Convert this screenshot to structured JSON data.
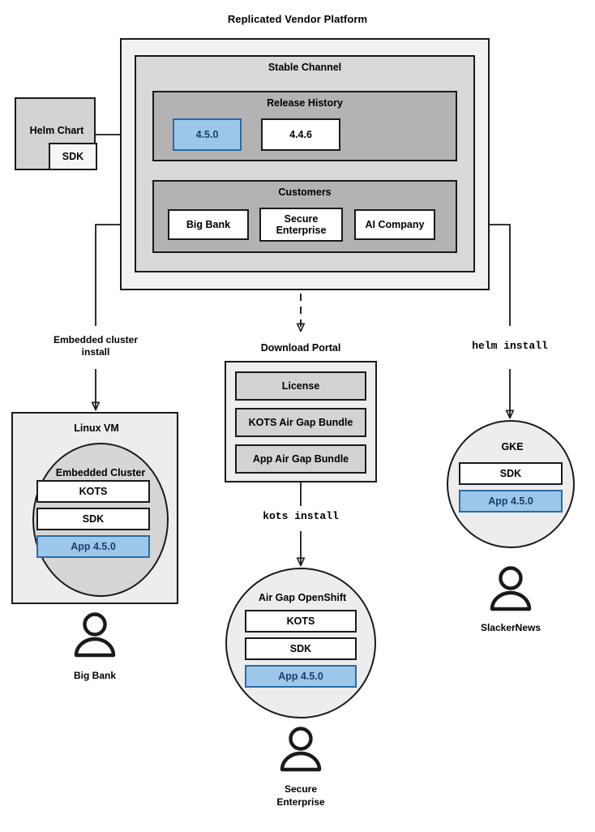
{
  "diagram": {
    "title": "Replicated Vendor Platform",
    "platform": {
      "stable_channel_label": "Stable Channel",
      "release_history": {
        "label": "Release History",
        "releases": [
          {
            "version": "4.5.0",
            "highlighted": true
          },
          {
            "version": "4.4.6",
            "highlighted": false
          }
        ]
      },
      "customers": {
        "label": "Customers",
        "items": [
          {
            "name": "Big Bank"
          },
          {
            "name": "Secure\nEnterprise",
            "line1": "Secure",
            "line2": "Enterprise"
          },
          {
            "name": "AI Company"
          }
        ]
      }
    },
    "helm_chart": {
      "label": "Helm Chart",
      "sdk_label": "SDK"
    },
    "connectors": {
      "embedded_install": {
        "line1": "Embedded cluster",
        "line2": "install"
      },
      "helm_install": "helm install",
      "kots_install": "kots install"
    },
    "download_portal": {
      "label": "Download Portal",
      "artifacts": [
        "License",
        "KOTS Air Gap Bundle",
        "App Air Gap Bundle"
      ]
    },
    "targets": [
      {
        "id": "linux-vm",
        "label": "Linux VM",
        "inner_label": "Embedded Cluster",
        "components": [
          {
            "label": "KOTS",
            "highlighted": false
          },
          {
            "label": "SDK",
            "highlighted": false
          },
          {
            "label": "App 4.5.0",
            "highlighted": true
          }
        ],
        "customer": "Big Bank"
      },
      {
        "id": "airgap-openshift",
        "label": "Air Gap OpenShift",
        "components": [
          {
            "label": "KOTS",
            "highlighted": false
          },
          {
            "label": "SDK",
            "highlighted": false
          },
          {
            "label": "App 4.5.0",
            "highlighted": true
          }
        ],
        "customer_line1": "Secure",
        "customer_line2": "Enterprise"
      },
      {
        "id": "gke",
        "label": "GKE",
        "components": [
          {
            "label": "SDK",
            "highlighted": false
          },
          {
            "label": "App 4.5.0",
            "highlighted": true
          }
        ],
        "customer": "SlackerNews"
      }
    ],
    "icons": {
      "person": "person-icon",
      "arrowhead": "arrowhead-icon"
    },
    "colors": {
      "highlight_fill": "#9CC7E8",
      "highlight_border": "#2A6CA6",
      "highlight_text": "#1B3E6F",
      "frame_outer": "#F1F1F1",
      "frame_channel": "#D9D9D9",
      "frame_inner": "#B3B3B3",
      "node_fill": "#EDEDED",
      "chip_grey": "#D3D3D3",
      "stroke": "#1a1a1a"
    }
  }
}
